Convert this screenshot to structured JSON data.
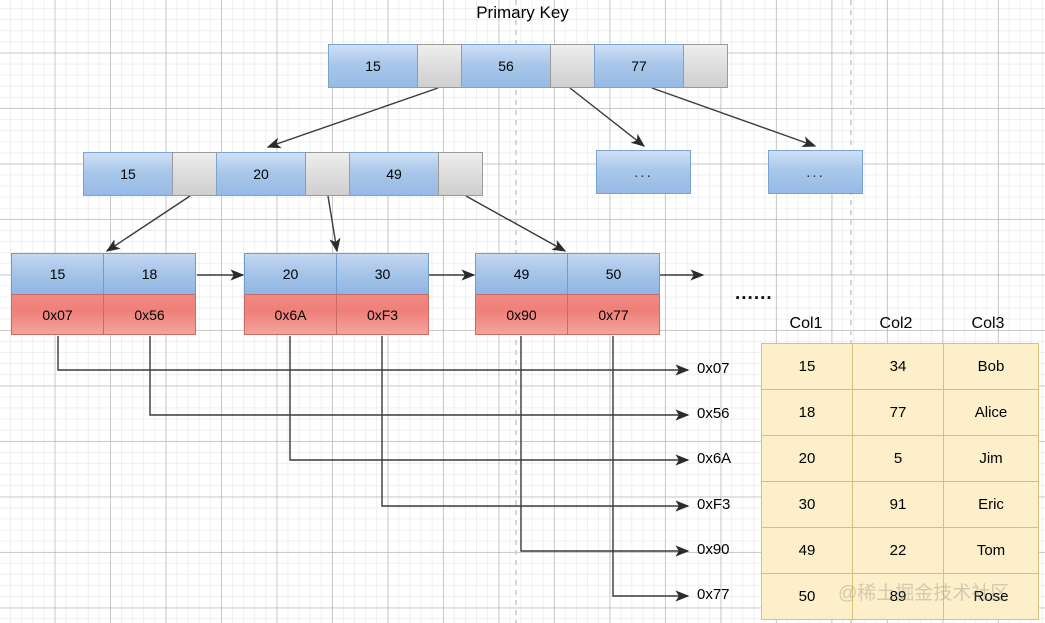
{
  "title": "Primary Key",
  "colors": {
    "key_blue": "#a5c4e8",
    "pointer_gray": "#dcdcdc",
    "leaf_red": "#ef7f78",
    "table_cream": "#fcefc9",
    "table_border": "#d9c07a",
    "connector": "#3a3a3a"
  },
  "root_node": {
    "name": "root-node",
    "cells": [
      {
        "type": "key",
        "label": "15"
      },
      {
        "type": "pointer",
        "label": ""
      },
      {
        "type": "key",
        "label": "56"
      },
      {
        "type": "pointer",
        "label": ""
      },
      {
        "type": "key",
        "label": "77"
      },
      {
        "type": "pointer",
        "label": ""
      }
    ]
  },
  "internal_nodes": [
    {
      "name": "internal-node-1",
      "cells": [
        {
          "type": "key",
          "label": "15"
        },
        {
          "type": "pointer",
          "label": ""
        },
        {
          "type": "key",
          "label": "20"
        },
        {
          "type": "pointer",
          "label": ""
        },
        {
          "type": "key",
          "label": "49"
        },
        {
          "type": "pointer",
          "label": ""
        }
      ]
    },
    {
      "name": "internal-node-2",
      "placeholder": "..."
    },
    {
      "name": "internal-node-3",
      "placeholder": "..."
    }
  ],
  "leaf_nodes": [
    {
      "name": "leaf-node-1",
      "keys": [
        "15",
        "18"
      ],
      "pointers": [
        "0x07",
        "0x56"
      ]
    },
    {
      "name": "leaf-node-2",
      "keys": [
        "20",
        "30"
      ],
      "pointers": [
        "0x6A",
        "0xF3"
      ]
    },
    {
      "name": "leaf-node-3",
      "keys": [
        "49",
        "50"
      ],
      "pointers": [
        "0x90",
        "0x77"
      ]
    }
  ],
  "leaf_chain_ellipsis": "......",
  "addresses": [
    {
      "label": "0x07"
    },
    {
      "label": "0x56"
    },
    {
      "label": "0x6A"
    },
    {
      "label": "0xF3"
    },
    {
      "label": "0x90"
    },
    {
      "label": "0x77"
    }
  ],
  "table": {
    "headers": [
      "Col1",
      "Col2",
      "Col3"
    ],
    "rows": [
      [
        "15",
        "34",
        "Bob"
      ],
      [
        "18",
        "77",
        "Alice"
      ],
      [
        "20",
        "5",
        "Jim"
      ],
      [
        "30",
        "91",
        "Eric"
      ],
      [
        "49",
        "22",
        "Tom"
      ],
      [
        "50",
        "89",
        "Rose"
      ]
    ]
  },
  "watermark": "@稀土掘金技术社区"
}
